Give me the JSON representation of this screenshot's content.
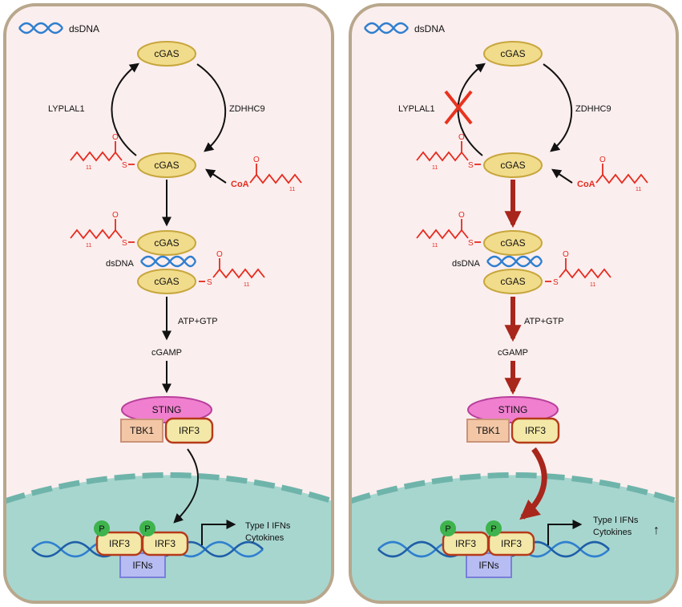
{
  "colors": {
    "panel_bg": "#fbeeee",
    "panel_border": "#b8a78c",
    "nucleus": "#a7d6cf",
    "nucleus_dash": "#6fb4aa",
    "cgas_fill": "#f1dc8c",
    "cgas_stroke": "#c7a63c",
    "sting_fill": "#f07fcf",
    "tbk1_fill": "#f3c7a6",
    "irf3_fill": "#f3e8a7",
    "irf3_stroke": "#b53a1a",
    "ifns_fill": "#b7bdf2",
    "p_fill": "#3fb34d",
    "acyl_red": "#e62a1e",
    "dna_blue": "#2f7fcf",
    "enhanced_arrow": "#a8261c",
    "inhibit_cross": "#e8331f"
  },
  "labels": {
    "dsdna_legend": "dsDNA",
    "cgas": "cGAS",
    "lyplal1": "LYPLAL1",
    "zdhhc9": "ZDHHC9",
    "coa": "CoA",
    "subscript_11": "11",
    "s_atom": "S",
    "o_atom": "O",
    "dsdna": "dsDNA",
    "atp_gtp": "ATP+GTP",
    "cgamp": "cGAMP",
    "sting": "STING",
    "tbk1": "TBK1",
    "irf3": "IRF3",
    "p": "P",
    "ifns": "IFNs",
    "type_ifns": "Type Ⅰ IFNs",
    "cytokines": "Cytokines",
    "up_arrow": "↑"
  }
}
